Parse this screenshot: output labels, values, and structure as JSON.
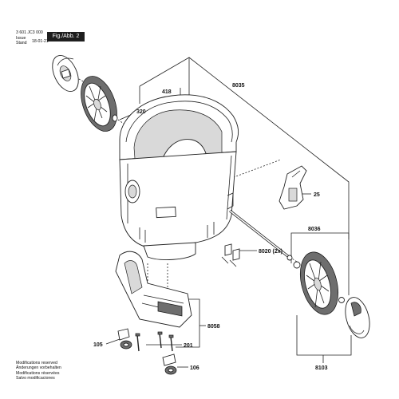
{
  "header": {
    "doc_number": "3 601 JC3 000",
    "issue_label": "Issue\nStand",
    "issue_date": "18-01-21",
    "figure_label": "Fig./Abb. 2"
  },
  "footer": {
    "lines": [
      "Modifications reserved",
      "Änderungen vorbehalten",
      "Modifications réservées",
      "Salvo modificaciones"
    ]
  },
  "callouts": {
    "c418": "418",
    "c8035": "8035",
    "c320": "320",
    "c25": "25",
    "c8036": "8036",
    "c8020": "8020 (2x)",
    "c8058": "8058",
    "c105": "105",
    "c201": "201",
    "c106": "106",
    "c8103": "8103"
  }
}
